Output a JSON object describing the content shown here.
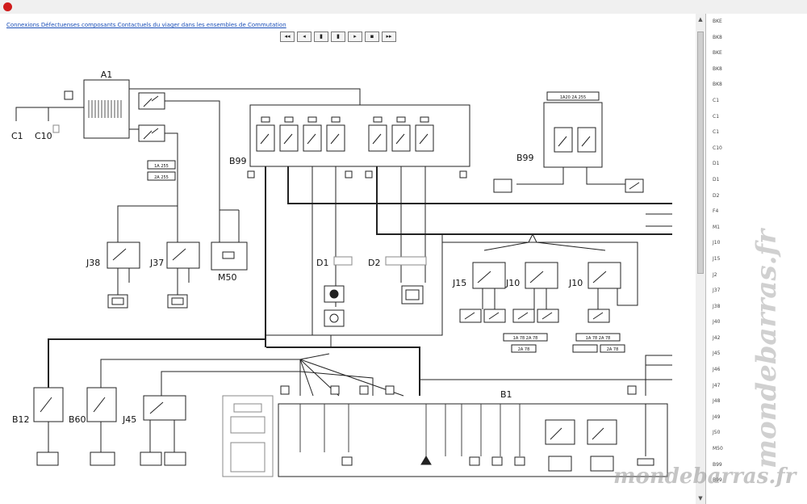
{
  "window": {
    "link_text": "Connexions Défectuenses composants Contactuels du viager dans les ensembles de Commutation"
  },
  "nav_buttons": [
    "◂◂",
    "◂",
    "▮",
    "▮",
    "▸",
    "▪",
    "▸▸"
  ],
  "sidebar_items": [
    "BKE",
    "BK8",
    "BKE",
    "BK8",
    "BK8",
    "C1",
    "C1",
    "C1",
    "C10",
    "D1",
    "D1",
    "D2",
    "F4",
    "M1",
    "J10",
    "J15",
    "J2",
    "J37",
    "J38",
    "J40",
    "J42",
    "J45",
    "J46",
    "J47",
    "J48",
    "J49",
    "J50",
    "M50",
    "B99",
    "B99"
  ],
  "components": {
    "a1": "A1",
    "c1": "C1",
    "c10": "C10",
    "b99_main": "B99",
    "b99_right": "B99",
    "j38": "J38",
    "j37": "J37",
    "m50": "M50",
    "d1": "D1",
    "d2": "D2",
    "j15": "J15",
    "j10_a": "J10",
    "j10_b": "J10",
    "b12": "B12",
    "b60": "B60",
    "j45": "J45",
    "b1": "B1"
  },
  "labels": {
    "b99_right_ref": "1A20 2A 255",
    "fuse_ref_a": "1A 255",
    "fuse_ref_b": "2A 255",
    "j10_ref_a": "1A 78 2A 78",
    "j10_ref_b": "1A 78 2A 78",
    "j10_ref_c": "2A 78",
    "j10_ref_d": "2A 78"
  },
  "watermark": {
    "horizontal": "mondebarras.fr",
    "vertical": "mondebarras.fr"
  },
  "colors": {
    "close_button": "#d01c1c",
    "link": "#1b4fb8",
    "wire": "#222222"
  }
}
